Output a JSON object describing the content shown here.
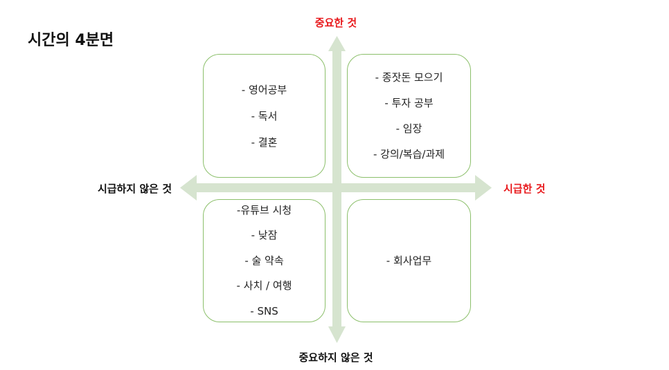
{
  "title": "시간의 4분면",
  "colors": {
    "accent_red": "#e8191c",
    "label_dark": "#111111",
    "arrow_green": "#d6e4cf",
    "box_border": "#8bbf6a"
  },
  "axes": {
    "top": {
      "label": "중요한 것",
      "color": "#e8191c"
    },
    "bottom": {
      "label": "중요하지 않은 것",
      "color": "#111111"
    },
    "left": {
      "label": "시급하지 않은 것",
      "color": "#111111"
    },
    "right": {
      "label": "시급한 것",
      "color": "#e8191c"
    }
  },
  "quadrants": {
    "top_left": {
      "items": [
        "- 영어공부",
        "- 독서",
        "- 결혼"
      ]
    },
    "top_right": {
      "items": [
        "- 종잣돈 모으기",
        "- 투자 공부",
        "- 임장",
        "- 강의/복습/과제"
      ]
    },
    "bottom_left": {
      "items": [
        "-유튜브 시청",
        "- 낮잠",
        "- 술 약속",
        "- 사치 / 여행",
        "- SNS"
      ]
    },
    "bottom_right": {
      "items": [
        "- 회사업무"
      ]
    }
  }
}
